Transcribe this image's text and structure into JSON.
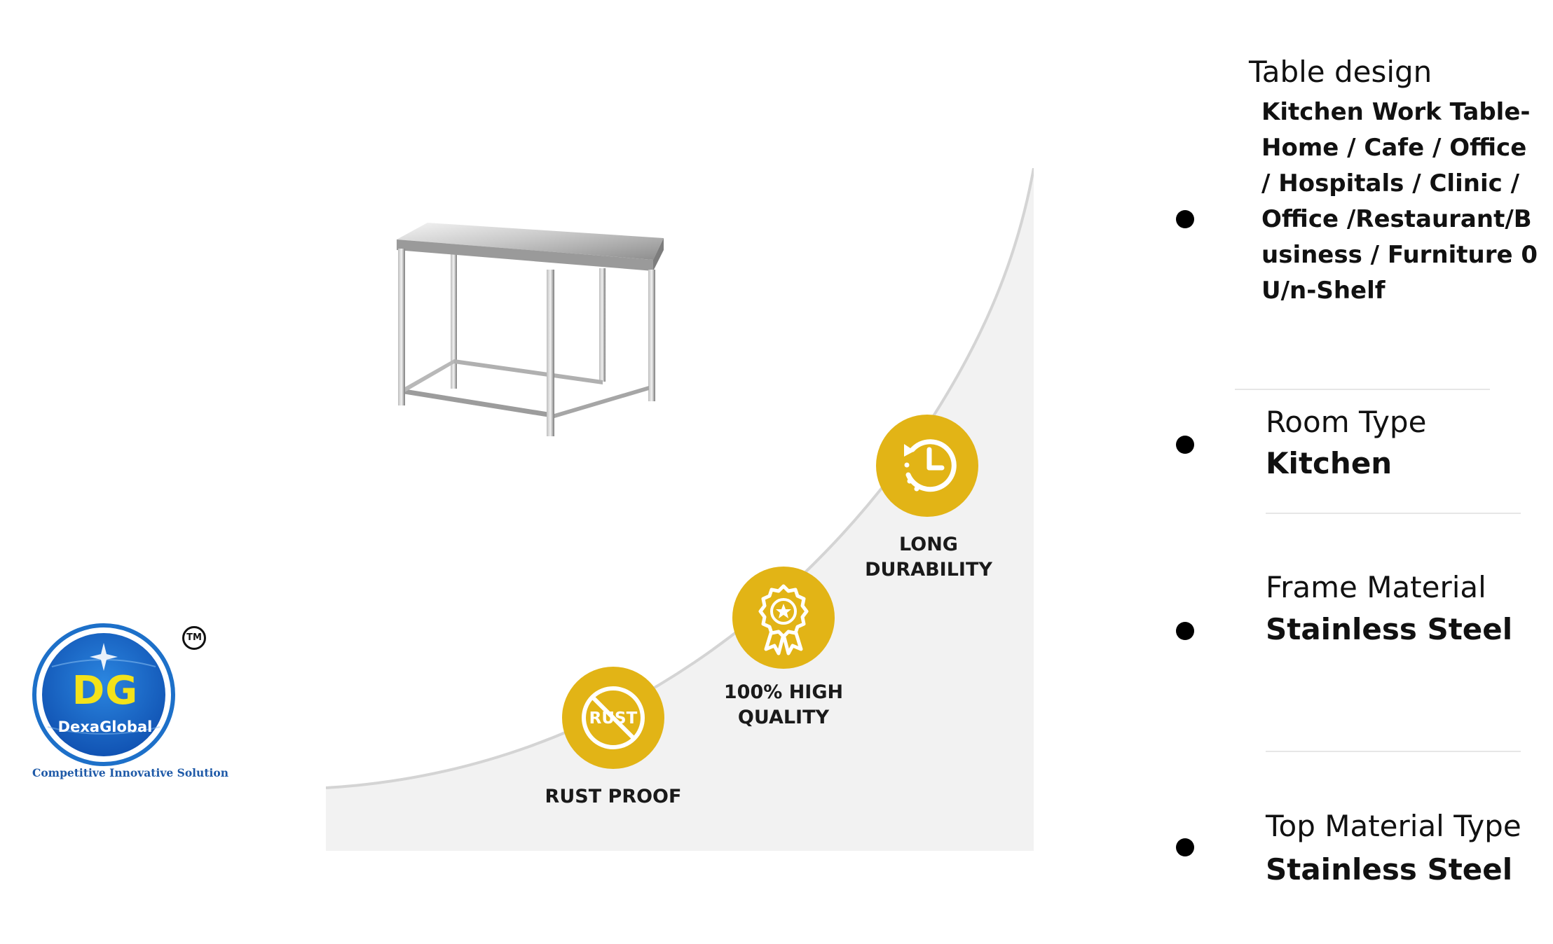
{
  "logo": {
    "initials": "DG",
    "name": "DexaGlobal",
    "trademark": "TM",
    "tagline": "Competitive Innovative Solution",
    "colors": {
      "ring": "#1d70c9",
      "inner": "#1566c4",
      "initials": "#f3e21a"
    }
  },
  "product": {
    "image": "stainless-steel-work-table",
    "features": [
      {
        "icon": "rust-proof-icon",
        "label": "RUST PROOF",
        "icon_text": "RUST"
      },
      {
        "icon": "quality-award-icon",
        "label": "100% HIGH\nQUALITY"
      },
      {
        "icon": "durability-clock-icon",
        "label": "LONG\nDURABILITY"
      }
    ],
    "badge_color": "#e2b416"
  },
  "specs": [
    {
      "label": "Table design",
      "value": "Kitchen Work Table- Home / Cafe / Office / Hospitals / Clinic / Office /Restaurant/Business / Furniture 0U/n-Shelf"
    },
    {
      "label": "Room Type",
      "value": "Kitchen"
    },
    {
      "label": "Frame Material",
      "value": "Stainless Steel"
    },
    {
      "label": "Top Material Type",
      "value": "Stainless Steel"
    }
  ]
}
